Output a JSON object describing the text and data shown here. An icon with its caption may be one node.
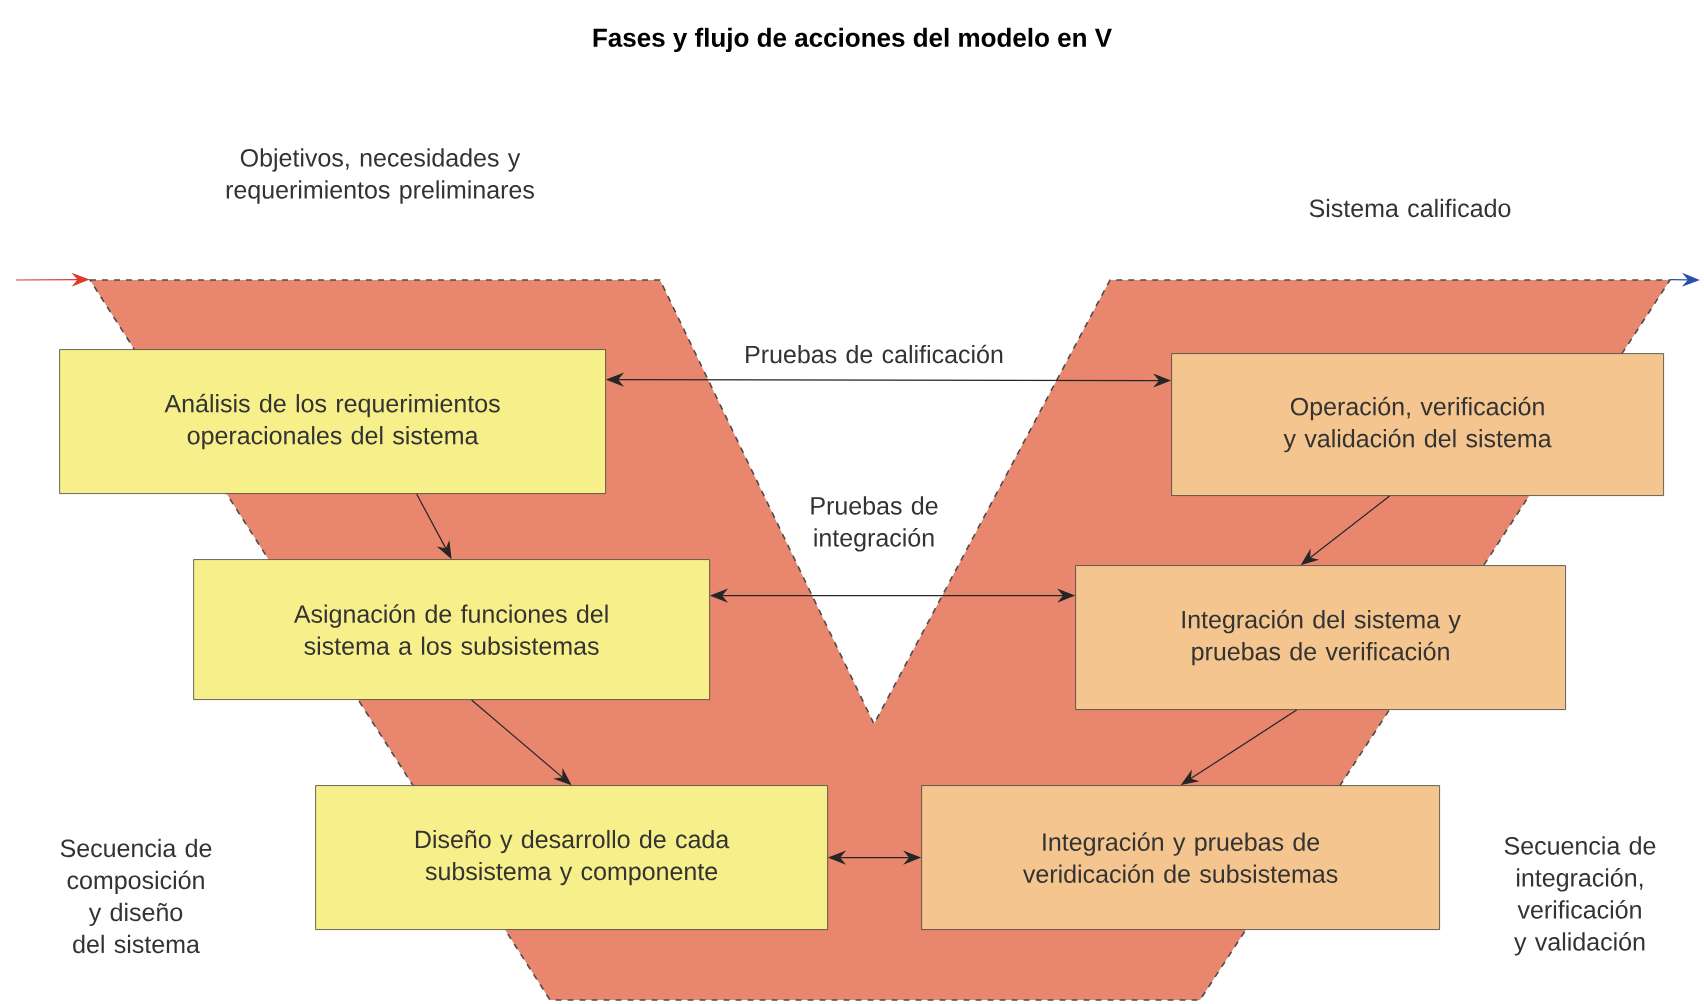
{
  "diagram": {
    "title": "Fases y flujo de acciones del modelo en V",
    "nodes": [
      {
        "text": [],
        "shape": "band"
      },
      {
        "text": [
          "Análisis de los requerimientos operacionales del sistema"
        ],
        "in": 0
      },
      {
        "text": [
          "Asignación de funciones del sistema a los subsistemas"
        ],
        "in": 0
      },
      {
        "text": [
          "Diseño y desarrollo de cada subsistema y componente"
        ],
        "in": 0
      },
      {
        "text": [
          "Operación, verificación y validación del sistema"
        ],
        "in": 0
      },
      {
        "text": [
          "Integración del sistema y pruebas de verificación"
        ],
        "in": 0
      },
      {
        "text": [
          "Integración y pruebas de veridicación de subsistemas"
        ],
        "in": 0
      }
    ],
    "edges": [
      {
        "from": null,
        "to": 0,
        "arrow": "to",
        "color": "#e0392b"
      },
      {
        "from": 0,
        "to": null,
        "arrow": "to",
        "color": "#2850a8"
      },
      {
        "from": 1,
        "to": 4,
        "arrow": "both",
        "label": "Pruebas de calificación"
      },
      {
        "from": 2,
        "to": 5,
        "arrow": "both",
        "label": "Pruebas de integración"
      },
      {
        "from": 3,
        "to": 6,
        "arrow": "both"
      },
      {
        "from": 1,
        "to": 2,
        "arrow": "to"
      },
      {
        "from": 2,
        "to": 3,
        "arrow": "to"
      },
      {
        "from": 4,
        "to": 5,
        "arrow": "to"
      },
      {
        "from": 5,
        "to": 6,
        "arrow": "to"
      }
    ],
    "labels": [
      "Objetivos, necesidades y requerimientos preliminares",
      "Sistema calificado",
      "Secuencia de composición y diseño del sistema",
      "Secuencia de integración, verificación y validación"
    ]
  }
}
